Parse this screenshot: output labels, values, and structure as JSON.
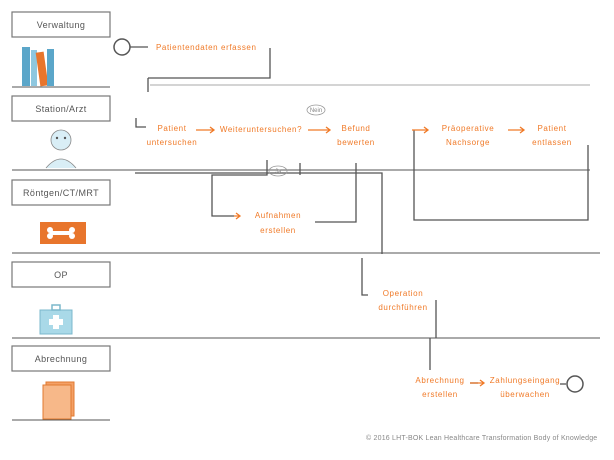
{
  "lanes": [
    {
      "label": "Verwaltung",
      "icon": "books-icon"
    },
    {
      "label": "Station/Arzt",
      "icon": "doctor-icon"
    },
    {
      "label": "Röntgen/CT/MRT",
      "icon": "xray-bone-icon"
    },
    {
      "label": "OP",
      "icon": "medical-kit-icon"
    },
    {
      "label": "Abrechnung",
      "icon": "invoice-icon"
    }
  ],
  "steps": {
    "start": "Patientendaten erfassen",
    "examine": [
      "Patient",
      "untersuchen"
    ],
    "further": "Weiteruntersuchen?",
    "findings": [
      "Befund",
      "bewerten"
    ],
    "imaging": [
      "Aufnahmen",
      "erstellen"
    ],
    "postop": [
      "Präoperative",
      "Nachsorge"
    ],
    "discharge": [
      "Patient",
      "entlassen"
    ],
    "surgery": [
      "Operation",
      "durchführen"
    ],
    "billing": [
      "Abrechnung",
      "erstellen"
    ],
    "payment": [
      "Zahlungseingang",
      "überwachen"
    ]
  },
  "gateway_labels": {
    "no": "Nein",
    "yes": "Ja"
  },
  "copyright": "© 2016 LHT-BOK Lean Healthcare Transformation Body of Knowledge",
  "colors": {
    "accent": "#f07a28",
    "line": "#444444",
    "grey": "#9a9a9a"
  }
}
